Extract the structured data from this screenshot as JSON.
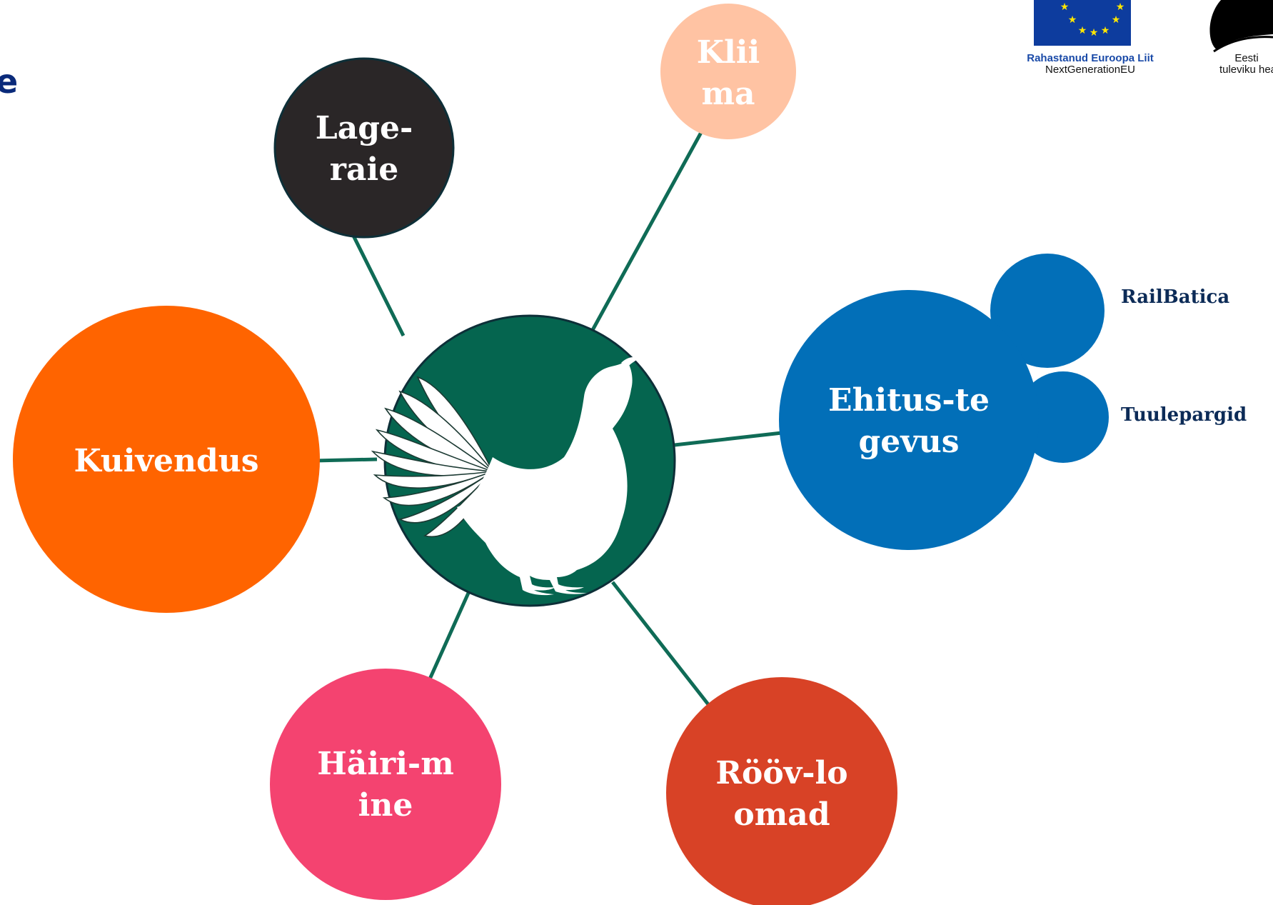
{
  "page": {
    "title_fragment": "e"
  },
  "colors": {
    "connector": "#0f6b56",
    "center": "#05654f",
    "lageraie": "#2a2627",
    "kliima": "#ffc3a3",
    "kuivendus": "#ff6400",
    "ehitustegevus": "#026fb8",
    "hairimine": "#f44370",
    "rooveloomad": "#d84226",
    "side_text": "#0c2b57",
    "eu_blue": "#0d3c9e",
    "eu_star": "#ffe600"
  },
  "center": {
    "icon": "capercaillie-icon"
  },
  "nodes": {
    "lageraie": {
      "line1": "Lage-",
      "line2": "raie"
    },
    "kliima": {
      "line1": "Klii",
      "line2": "ma"
    },
    "kuivendus": {
      "line1": "Kuivendus"
    },
    "ehitustegevus": {
      "line1": "Ehitus-te",
      "line2": "gevus"
    },
    "hairimine": {
      "line1": "Häiri-m",
      "line2": "ine"
    },
    "rooveloomad": {
      "line1": "Rööv-lo",
      "line2": "omad"
    }
  },
  "sub_nodes": {
    "railbatica": {
      "label": "RailBatica"
    },
    "tuulepargid": {
      "label": "Tuulepargid"
    }
  },
  "logos": {
    "eu": {
      "icon": "eu-flag-icon",
      "line1": "Rahastanud Euroopa Liit",
      "line2": "NextGenerationEU"
    },
    "estonia": {
      "icon": "estonia-logo-icon",
      "line1": "Eesti",
      "line2": "tuleviku hea"
    }
  }
}
